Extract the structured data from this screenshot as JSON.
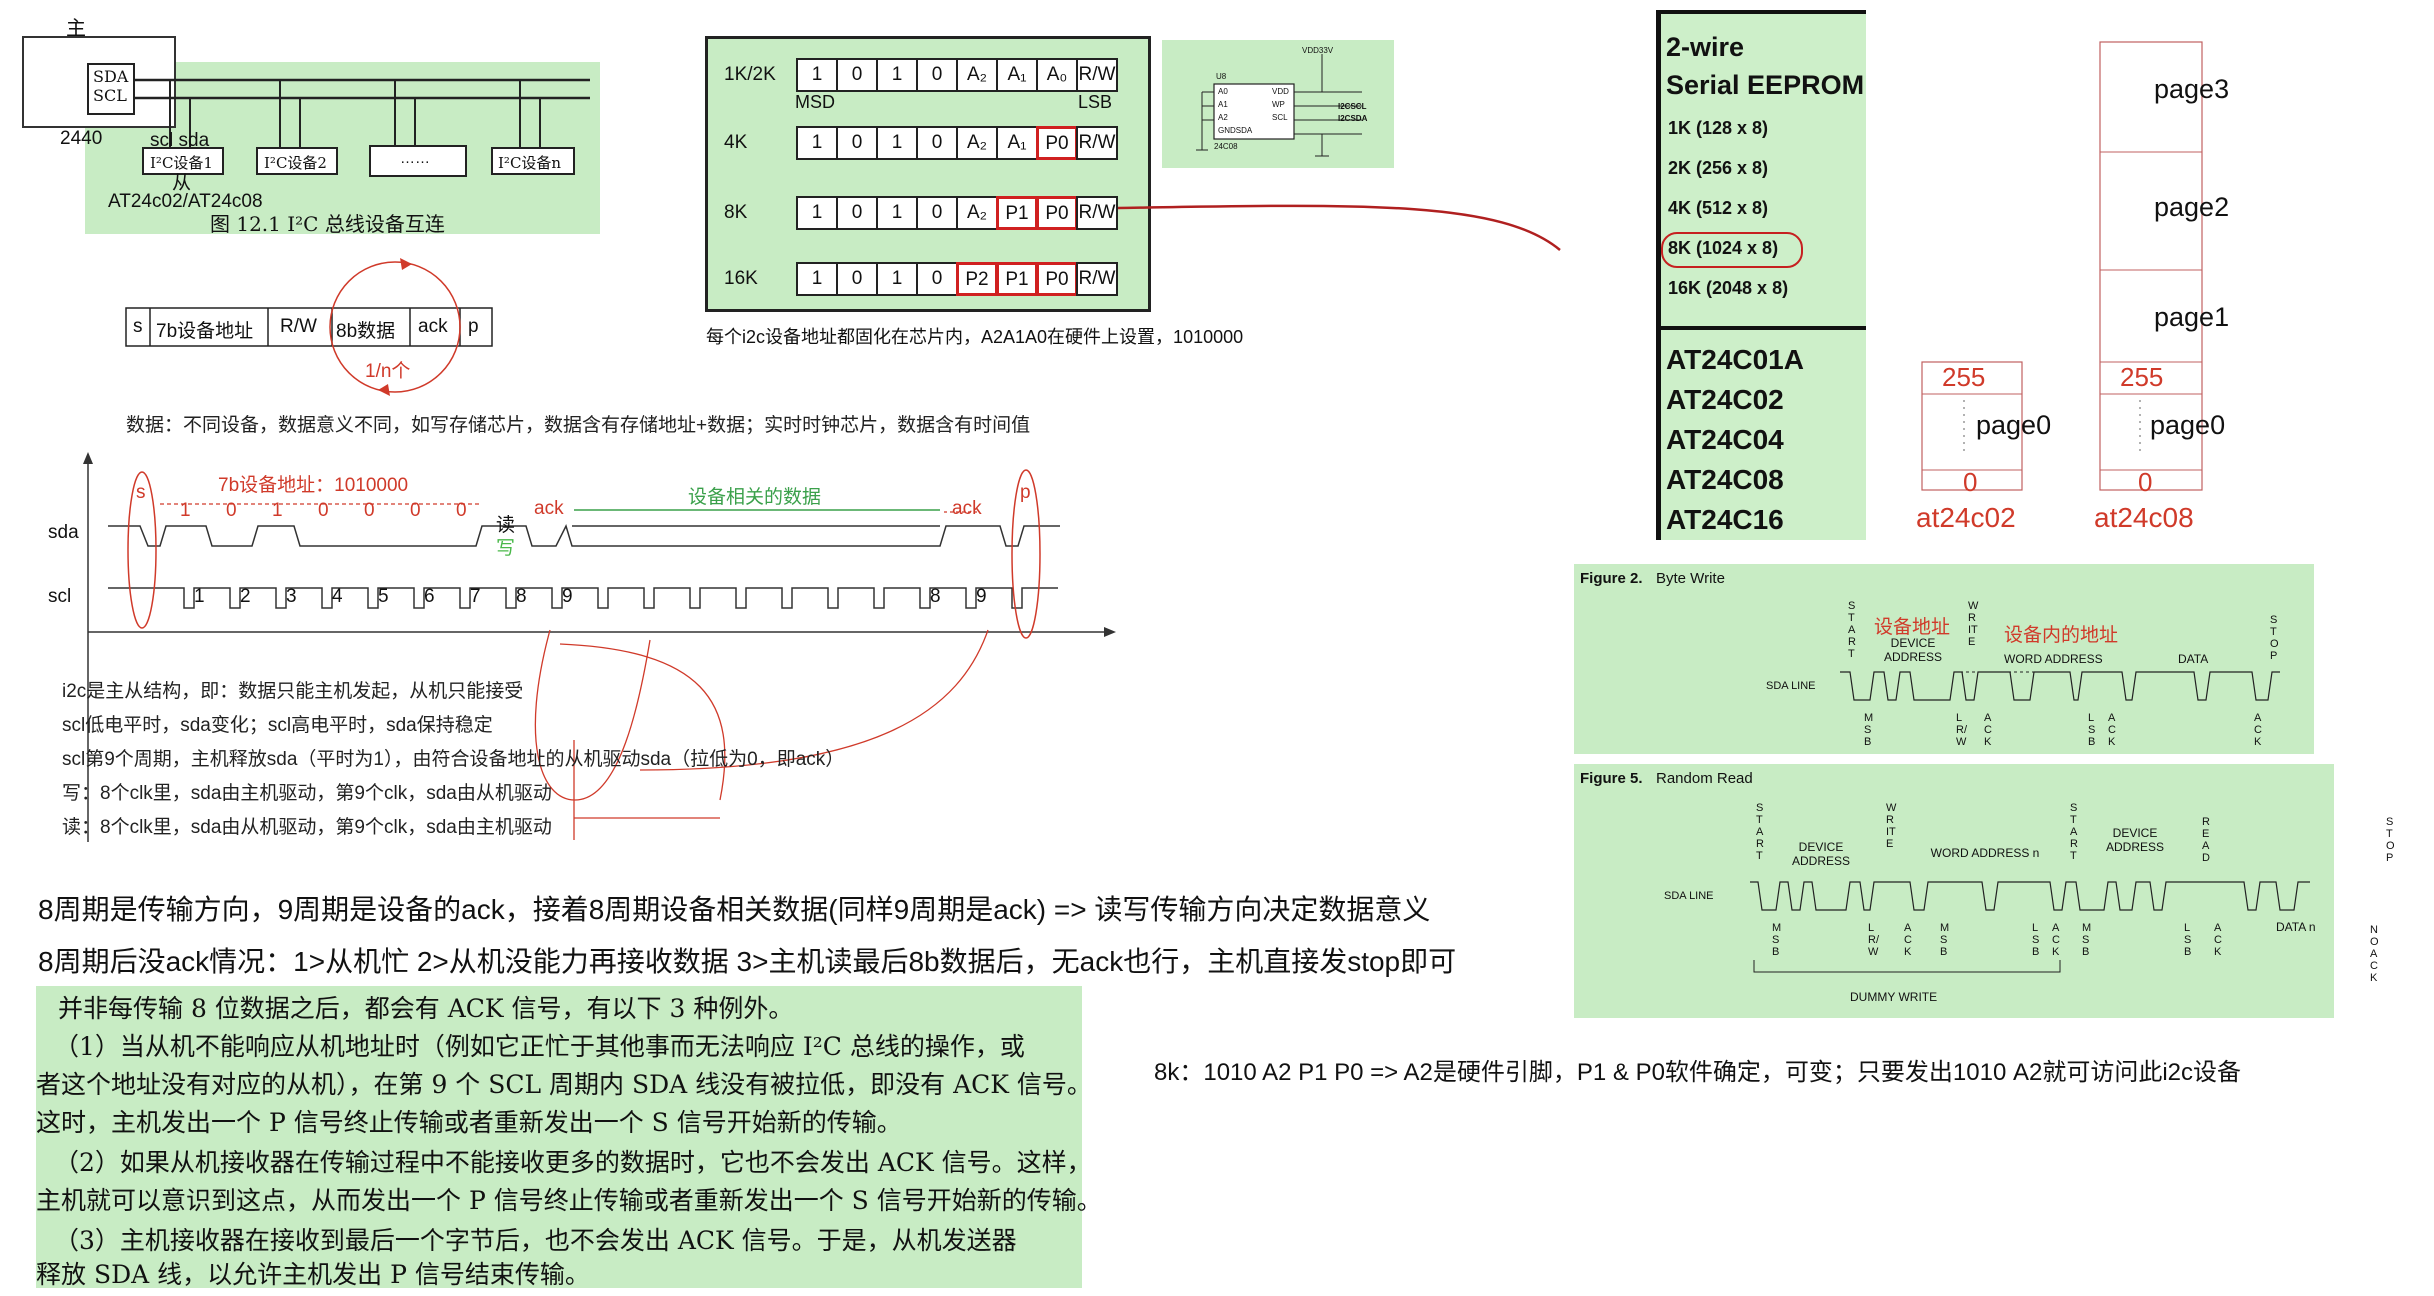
{
  "bus": {
    "master_label": "主",
    "sda": "SDA",
    "scl": "SCL",
    "board": "2440",
    "slave_pins": "scl sda",
    "slave_label": "从",
    "chip_names": "AT24c02/AT24c08",
    "devices": [
      "I²C设备1",
      "I²C设备2",
      "……",
      "I²C设备n"
    ],
    "caption": "图 12.1   I²C 总线设备互连"
  },
  "frame": {
    "fields": [
      "s",
      "7b设备地址",
      "R/W",
      "8b数据",
      "ack",
      "p"
    ],
    "repeat": "1/n个",
    "note": "数据：不同设备，数据意义不同，如写存储芯片，数据含有存储地址+数据；实时时钟芯片，数据含有时间值"
  },
  "addr_table": {
    "rows": [
      {
        "label": "1K/2K",
        "bits": [
          "1",
          "0",
          "1",
          "0",
          "A₂",
          "A₁",
          "A₀",
          "R/W"
        ]
      },
      {
        "label": "4K",
        "bits": [
          "1",
          "0",
          "1",
          "0",
          "A₂",
          "A₁",
          "P0",
          "R/W"
        ]
      },
      {
        "label": "8K",
        "bits": [
          "1",
          "0",
          "1",
          "0",
          "A₂",
          "P1",
          "P0",
          "R/W"
        ]
      },
      {
        "label": "16K",
        "bits": [
          "1",
          "0",
          "1",
          "0",
          "P2",
          "P1",
          "P0",
          "R/W"
        ]
      }
    ],
    "msb": "MSD",
    "lsb": "LSB",
    "note": "每个i2c设备地址都固化在芯片内，A2A1A0在硬件上设置，1010000"
  },
  "schematic": {
    "vdd": "VDD33V",
    "ref": "U8",
    "pins_left": [
      "A0",
      "A1",
      "A2",
      "GNDSDA"
    ],
    "pins_right": [
      "VDD",
      "WP",
      "SCL",
      ""
    ],
    "nets": [
      "I2CSCL",
      "I2CSDA"
    ],
    "part": "24C08"
  },
  "datasheet": {
    "title1": "2-wire",
    "title2": "Serial EEPROM",
    "sizes": [
      "1K (128 x 8)",
      "2K (256 x 8)",
      "4K (512 x 8)",
      "8K (1024 x 8)",
      "16K (2048 x 8)"
    ],
    "parts": [
      "AT24C01A",
      "AT24C02",
      "AT24C04",
      "AT24C08",
      "AT24C16"
    ]
  },
  "memory": {
    "c02": {
      "top": "255",
      "bottom": "0",
      "page": "page0",
      "name": "at24c02"
    },
    "c08": {
      "pages": [
        "page3",
        "page2",
        "page1",
        "page0"
      ],
      "top": "255",
      "bottom": "0",
      "name": "at24c08"
    }
  },
  "timing": {
    "addr_note": "7b设备地址：1010000",
    "bits": [
      "1",
      "0",
      "1",
      "0",
      "0",
      "0",
      "0"
    ],
    "s": "s",
    "rw1": "读",
    "rw2": "写",
    "ack": "ack",
    "data_label": "设备相关的数据",
    "p": "p",
    "sda": "sda",
    "scl": "scl",
    "clk1": [
      "1",
      "2",
      "3",
      "4",
      "5",
      "6",
      "7",
      "8",
      "9"
    ],
    "clk2": [
      "8",
      "9"
    ]
  },
  "rules": [
    "i2c是主从结构，即：数据只能主机发起，从机只能接受",
    "scl低电平时，sda变化；scl高电平时，sda保持稳定",
    "scl第9个周期，主机释放sda（平时为1），由符合设备地址的从机驱动sda（拉低为0，即ack）",
    "写：8个clk里，sda由主机驱动，第9个clk，sda由从机驱动",
    "读：8个clk里，sda由从机驱动，第9个clk，sda由主机驱动"
  ],
  "summary": [
    "8周期是传输方向，9周期是设备的ack，接着8周期设备相关数据(同样9周期是ack)  => 读写传输方向决定数据意义",
    "8周期后没ack情况：1>从机忙 2>从机没能力再接收数据 3>主机读最后8b数据后，无ack也行，主机直接发stop即可"
  ],
  "book": [
    "并非每传输 8 位数据之后，都会有 ACK 信号，有以下 3 种例外。",
    "（1）当从机不能响应从机地址时（例如它正忙于其他事而无法响应 I²C 总线的操作，或",
    "者这个地址没有对应的从机），在第 9 个 SCL 周期内 SDA 线没有被拉低，即没有 ACK 信号。",
    "这时，主机发出一个 P 信号终止传输或者重新发出一个 S 信号开始新的传输。",
    "（2）如果从机接收器在传输过程中不能接收更多的数据时，它也不会发出 ACK 信号。这样，",
    "主机就可以意识到这点，从而发出一个 P 信号终止传输或者重新发出一个 S 信号开始新的传输。",
    "（3）主机接收器在接收到最后一个字节后，也不会发出 ACK 信号。于是，从机发送器",
    "释放 SDA 线，以允许主机发出 P 信号结束传输。"
  ],
  "fig2": {
    "title": "Figure 2.",
    "name": "Byte Write",
    "start": "START",
    "write": "WRITE",
    "stop": "STOP",
    "dev_cn": "设备地址",
    "addr_cn": "设备内的地址",
    "device_address": "DEVICE ADDRESS",
    "word_address": "WORD ADDRESS",
    "data": "DATA",
    "sda_line": "SDA LINE",
    "msb": "MSB",
    "lrw": "LR/W",
    "ack": "ACK",
    "lsb": "LSB"
  },
  "fig5": {
    "title": "Figure 5.",
    "name": "Random Read",
    "start": "START",
    "write": "WRITE",
    "read": "READ",
    "stop": "STOP",
    "device_address": "DEVICE ADDRESS",
    "word_address": "WORD ADDRESS n",
    "data_n": "DATA n",
    "sda_line": "SDA LINE",
    "dummy": "DUMMY WRITE",
    "no_ack": "NO ACK",
    "msb": "MSB",
    "lrw": "LR/W",
    "ack": "ACK",
    "lsb": "LSB"
  },
  "addr_rule": "8k：1010 A2 P1 P0 => A2是硬件引脚，P1 & P0软件确定，可变；只要发出1010 A2就可访问此i2c设备"
}
